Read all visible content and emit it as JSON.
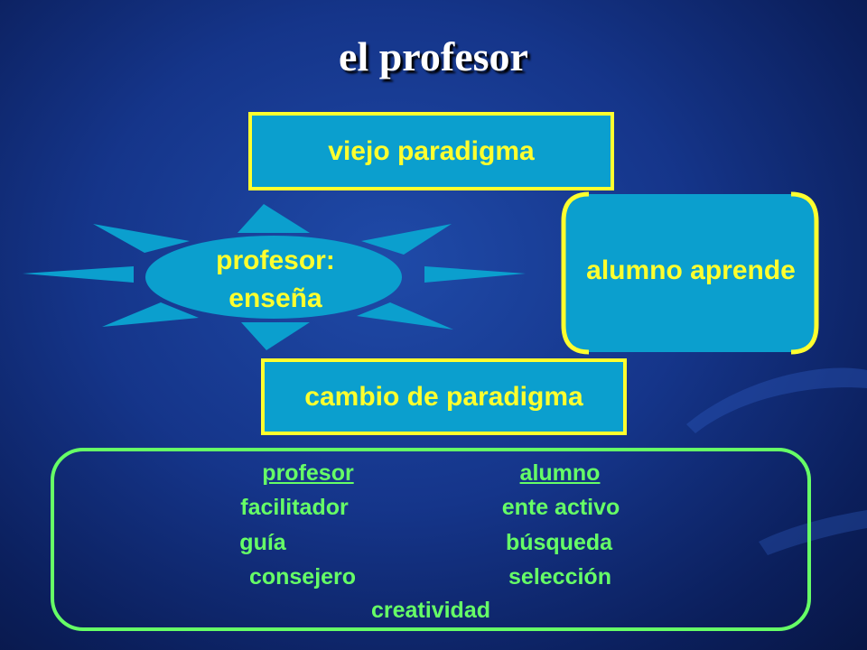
{
  "title": "el profesor",
  "boxes": {
    "viejo": "viejo paradigma",
    "cambio": "cambio de paradigma",
    "alumno": "alumno aprende"
  },
  "sun": {
    "line1": "profesor:",
    "line2": "enseña"
  },
  "roles": {
    "profesor_header": "profesor",
    "alumno_header": "alumno",
    "profesor_items": [
      "facilitador",
      "guía",
      "consejero"
    ],
    "alumno_items": [
      "ente activo",
      "búsqueda",
      "selección",
      "creatividad"
    ]
  },
  "colors": {
    "background": "#15358a",
    "box_fill": "#0b9fce",
    "yellow": "#ffff2e",
    "green": "#66ff66",
    "title": "#ffffff"
  }
}
